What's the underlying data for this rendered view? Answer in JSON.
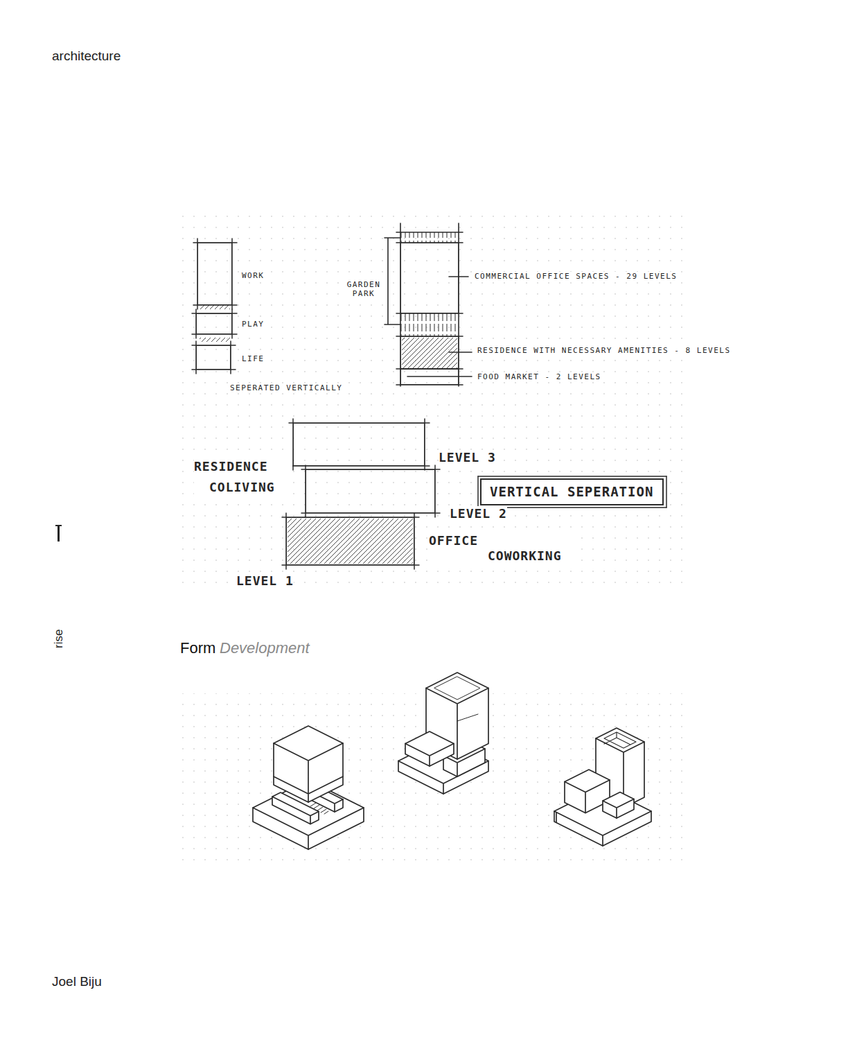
{
  "diagram": {
    "nodes": [
      {
        "text": [
          "WORK"
        ]
      },
      {
        "text": [
          "PLAY"
        ]
      },
      {
        "text": [
          "LIFE"
        ]
      },
      {
        "text": [
          "COMMERCIAL OFFICE SPACES - 29 LEVELS"
        ]
      },
      {
        "text": [
          "RESIDENCE WITH NECESSARY AMENITIES - 8 LEVELS"
        ]
      },
      {
        "text": [
          "FOOD MARKET - 2 LEVELS"
        ]
      },
      {
        "text": [
          "LEVEL 3"
        ]
      },
      {
        "text": [
          "LEVEL 2"
        ]
      },
      {
        "text": [
          "OFFICE COWORKING",
          "LEVEL 1"
        ]
      },
      {
        "text": [
          "VERTICAL SEPERATION"
        ]
      }
    ],
    "labels": [
      "architecture",
      "rise",
      "Joel Biju",
      "SEPERATED VERTICALLY",
      "GARDEN PARK",
      "RESIDENCE COLIVING",
      "Form",
      "Development"
    ]
  }
}
